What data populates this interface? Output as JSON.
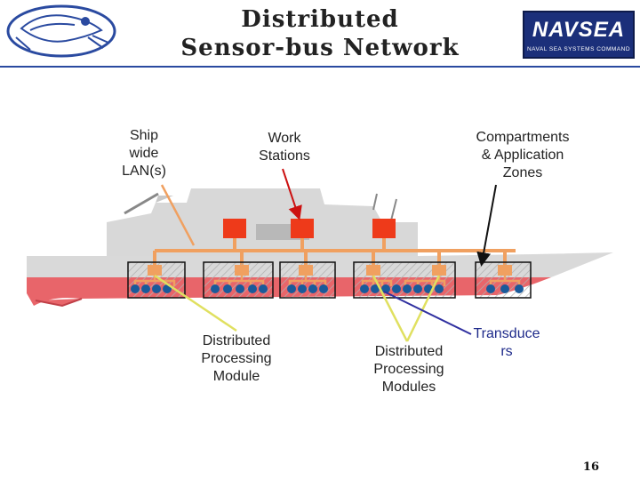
{
  "title_line1": "Distributed",
  "title_line2": "Sensor-bus Network",
  "logo_left": "emblem-logo",
  "logo_right_text": "NAVSEA",
  "logo_right_subtext": "NAVAL SEA SYSTEMS COMMAND",
  "labels": {
    "ship_lan": [
      "Ship",
      "wide",
      "LAN(s)"
    ],
    "work_stations": [
      "Work",
      "Stations"
    ],
    "compartments": [
      "Compartments",
      "& Application",
      "Zones"
    ],
    "dpm_single": [
      "Distributed",
      "Processing",
      "Module"
    ],
    "dpm_plural": [
      "Distributed",
      "Processing",
      "Modules"
    ],
    "transducers": [
      "Transduce",
      "rs"
    ]
  },
  "page_number": "16",
  "colors": {
    "hull_red": "#e8656a",
    "hull_gray": "#d9d9d9",
    "bus_orange": "#f0a060",
    "workstation_red": "#ee3a1a",
    "sensor_blue": "#1a5a9a",
    "pointer_olive": "#e0e060",
    "pointer_navy": "#3030a0",
    "accent_blue": "#2a4aa0"
  }
}
